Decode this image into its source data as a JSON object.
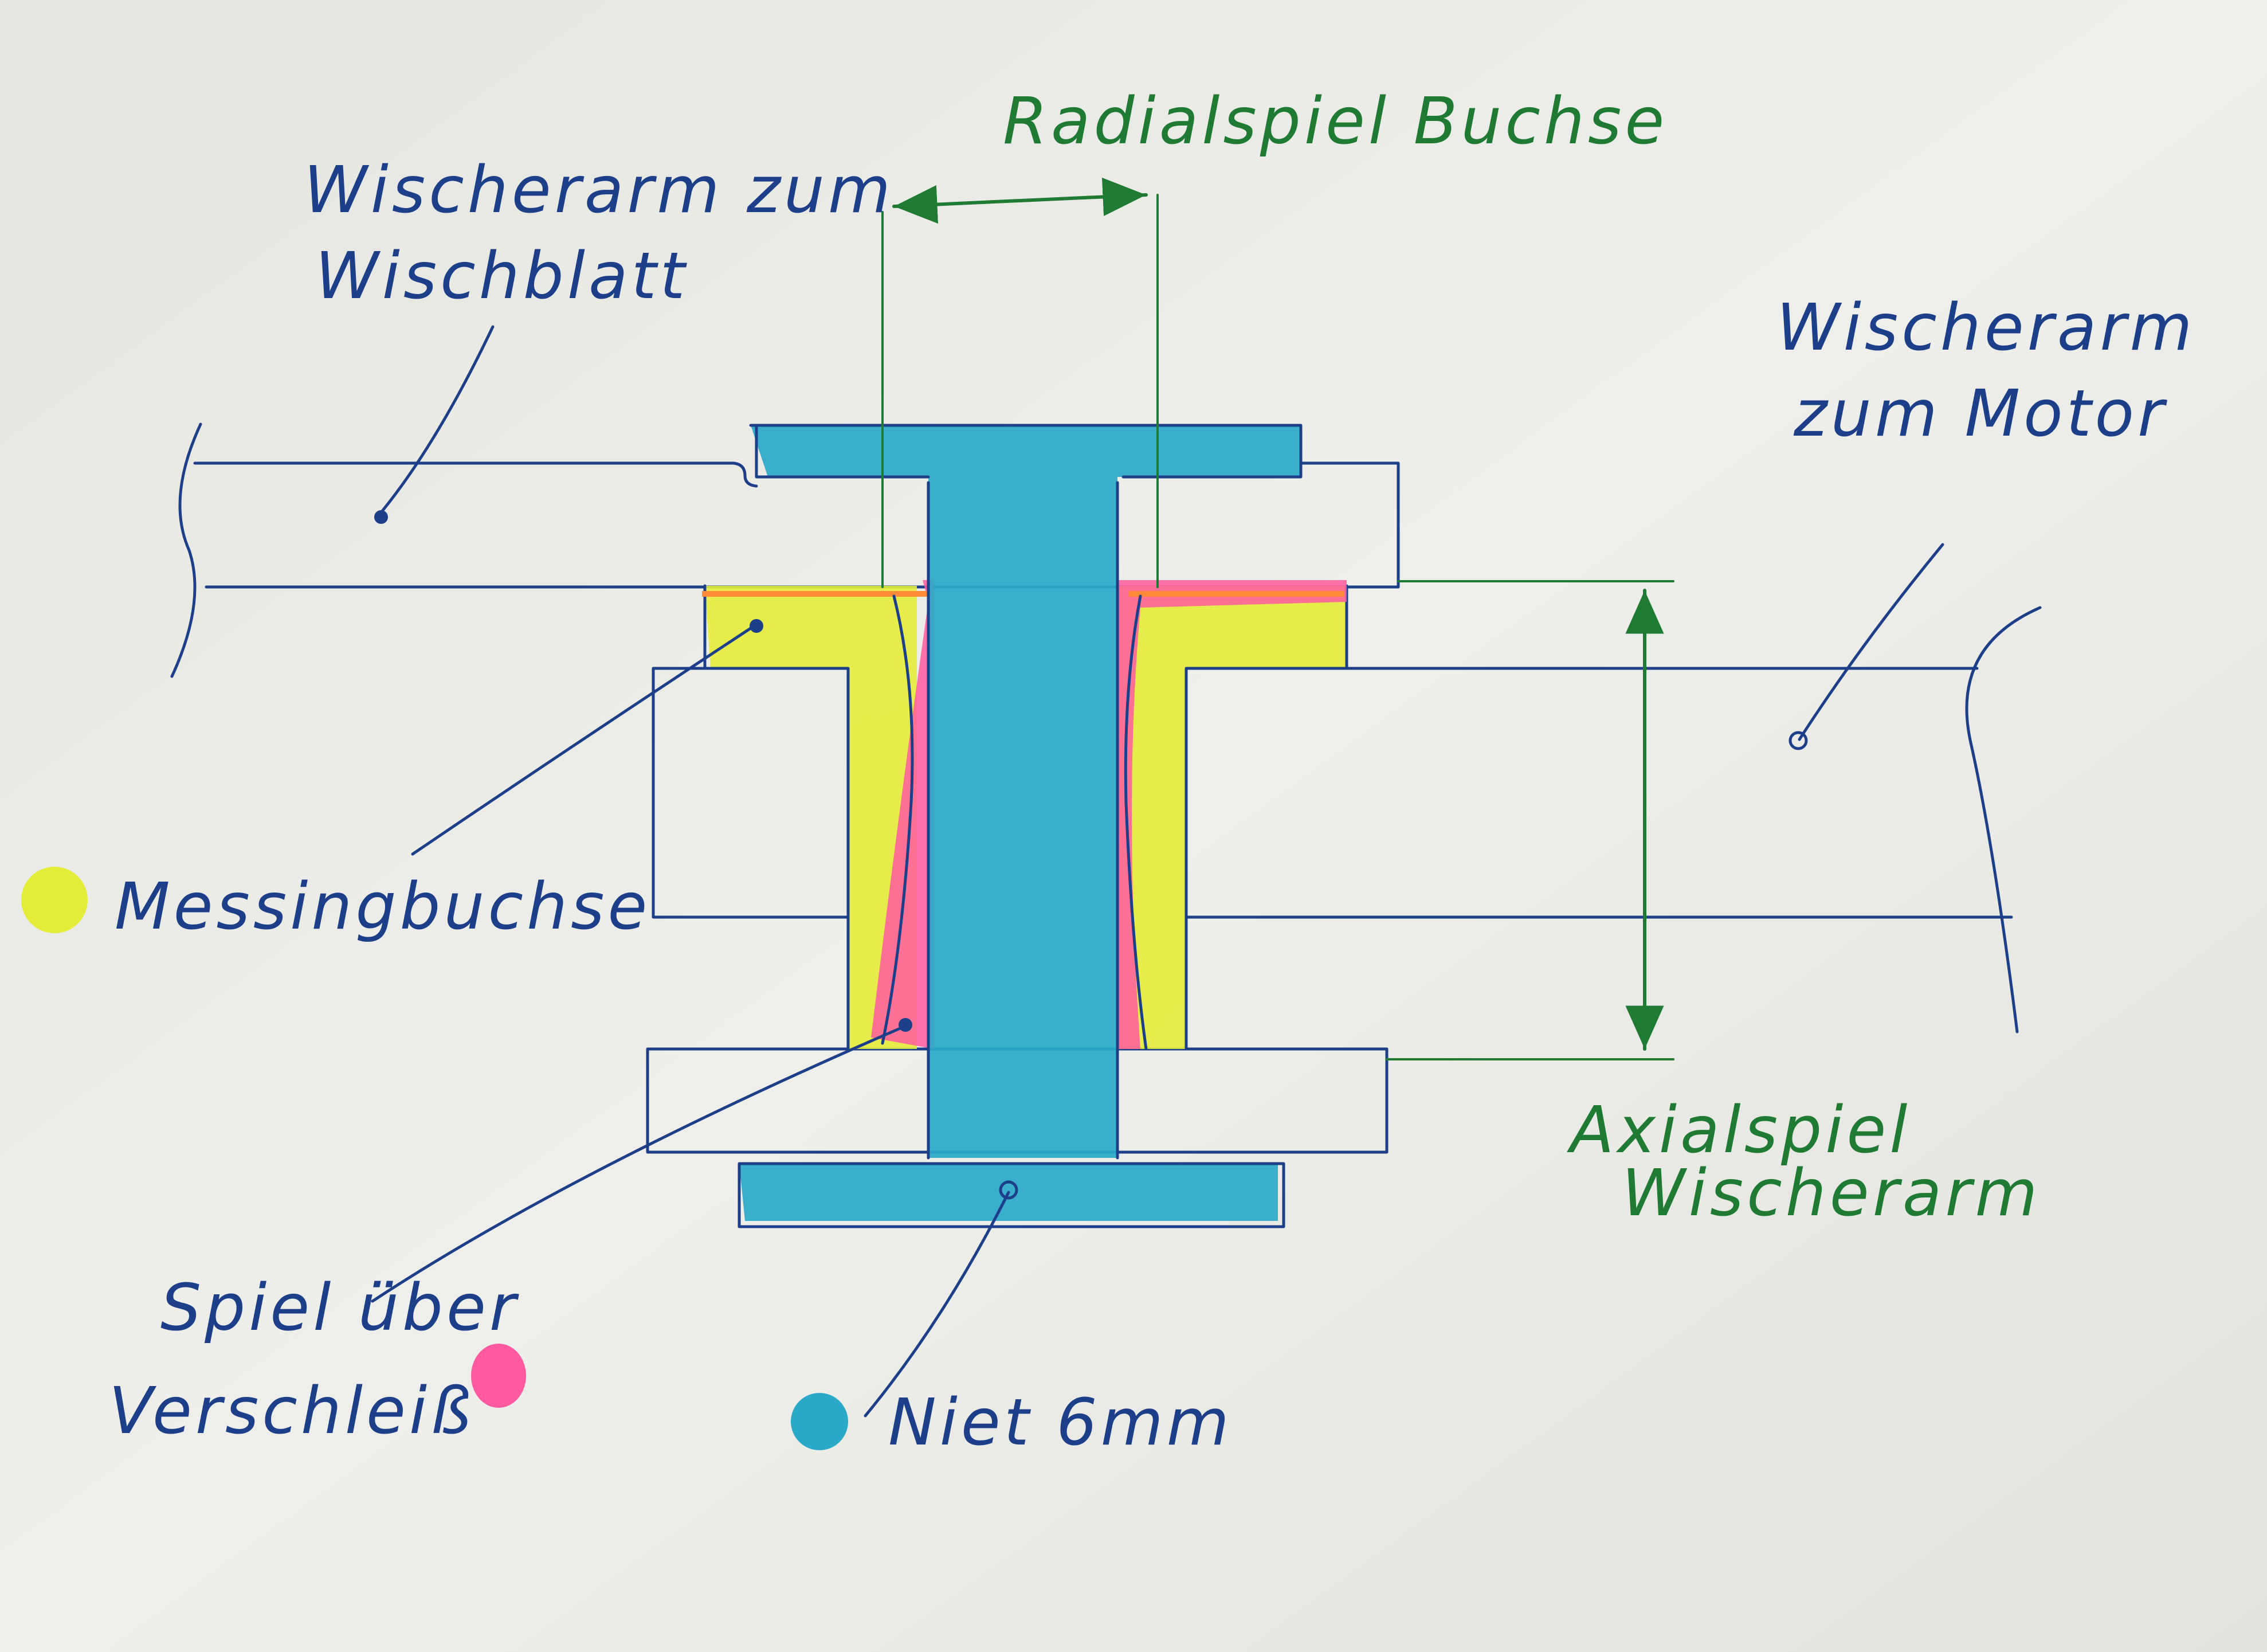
{
  "labels": {
    "radialspiel": "Radialspiel Buchse",
    "wischerarm_blatt_1": "Wischerarm zum",
    "wischerarm_blatt_2": "Wischblatt",
    "wischerarm_motor_1": "Wischerarm",
    "wischerarm_motor_2": "zum Motor",
    "messingbuchse": "Messingbuchse",
    "axialspiel_1": "Axialspiel",
    "axialspiel_2": "Wischerarm",
    "spiel_1": "Spiel über",
    "spiel_2": "Verschleiß",
    "niet": "Niet 6mm"
  },
  "legend": [
    {
      "label_ref": "messingbuchse",
      "color": "#e4ec3a"
    },
    {
      "label_ref": "spiel",
      "color": "#ff5aa0"
    },
    {
      "label_ref": "niet",
      "color": "#2aa9c9"
    }
  ],
  "colors": {
    "ink_blue": "#1d3f8a",
    "ink_green": "#1f7a34",
    "bushing_yellow": "#e4ec3a",
    "wear_pink": "#ff5aa0",
    "rivet_cyan": "#2aa9c9"
  }
}
